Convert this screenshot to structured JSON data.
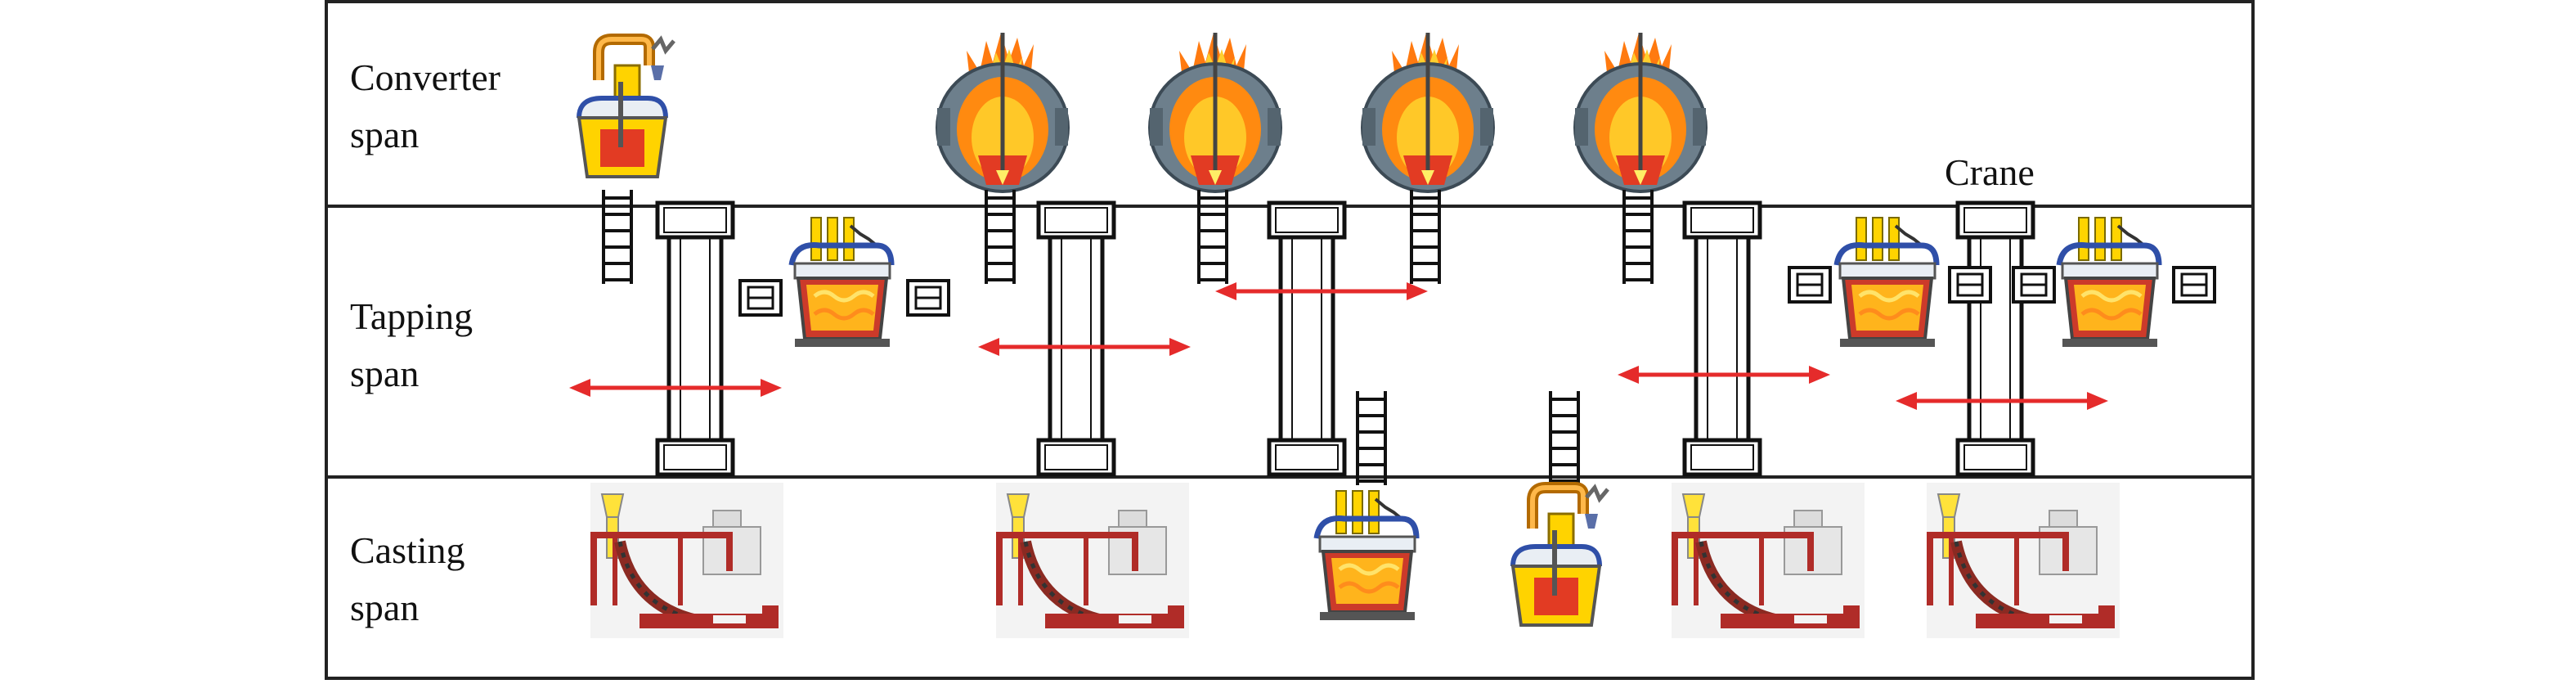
{
  "spans": {
    "converter": {
      "line1": "Converter",
      "line2": "span"
    },
    "tapping": {
      "line1": "Tapping",
      "line2": "span"
    },
    "casting": {
      "line1": "Casting",
      "line2": "span"
    }
  },
  "crane_label": "Crane",
  "colors": {
    "border": "#222222",
    "arrow": "#e52b2b",
    "refractory": "#e23b23",
    "molten": "#ffcc22",
    "flame": "#ff7a10",
    "vessel_grey": "#6d7f8c",
    "ladle_blue": "#2f4fa8",
    "caster_red": "#c0302a"
  },
  "icons": [
    "lf-refining-icon",
    "converter-icon",
    "ladle-icon",
    "crane-icon",
    "ladder-icon",
    "caster-icon",
    "transfer-arrow-icon"
  ]
}
